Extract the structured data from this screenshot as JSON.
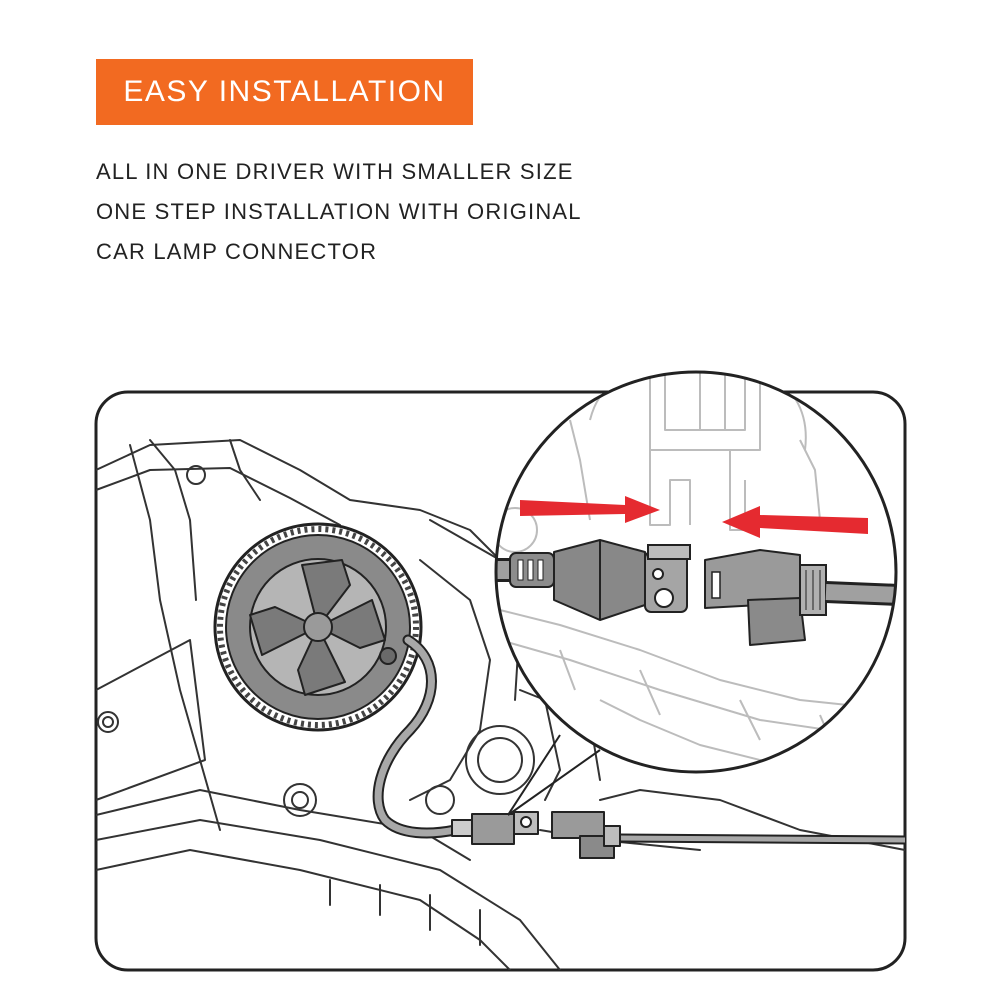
{
  "badge": {
    "label": "EASY INSTALLATION"
  },
  "description": {
    "lines": [
      "ALL IN ONE DRIVER WITH SMALLER SIZE",
      "ONE STEP INSTALLATION WITH ORIGINAL",
      "CAR LAMP CONNECTOR"
    ]
  },
  "colors": {
    "accent": "#f26a21",
    "arrow": "#e52a30",
    "outline": "#222222",
    "bulb_gray": "#8a8a8a"
  },
  "illustration": {
    "subject": "led-headlight-bulb-installation",
    "icons": [
      "headlight-housing-icon",
      "led-bulb-icon",
      "connector-plug-icon",
      "magnifier-circle-icon",
      "arrow-icon"
    ]
  }
}
